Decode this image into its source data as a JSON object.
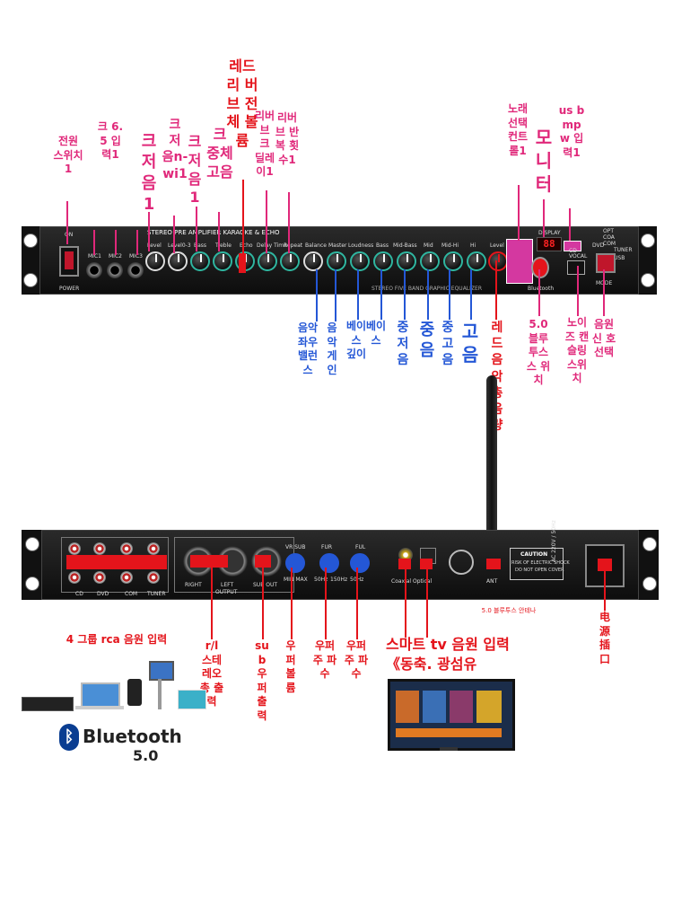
{
  "labels": {
    "power_switch": "전원 스위치1",
    "mic_input": "크 6.5 입력1",
    "mic_volume": "크 저 음 1",
    "mic_low": "크 저 음n-wi1",
    "mic_bass": "크 저 음1",
    "mic_treble": "크 중체 고음",
    "reverb_volume": "레드 리 버브 전체 볼륨",
    "reverb_delay": "리버 브 크 딜레 이1",
    "reverb_repeat": "리버 브 반복 횟 수1",
    "song_control": "노래 선택 컨트 롤1",
    "monitor": "모 니 터",
    "usb_input": "us b mp w 입력1",
    "balance": "음악 좌우 밸런스",
    "master_gain": "음 악 게 인",
    "bass_depth": "베이 스 깊이",
    "bass": "베이 스",
    "mid_bass": "중 저 음",
    "mid": "중음",
    "mid_high": "중 고 음",
    "high": "고음",
    "red_music_volume": "레드 음악 총 음량",
    "bluetooth_switch": "5.0 블루 투스 스 위치",
    "noise_switch": "노이 즈 캔 슬링 스위 치",
    "source_select": "음원 신 호 선택",
    "rca_input": "4 그룹 rca 음원 입력",
    "stereo_output": "r/l 스테 레오 총 출력",
    "sub_output": "su b 우 퍼 출 력",
    "sub_volume": "우 퍼 볼 륨",
    "sub_freq1": "우퍼 주 파수",
    "sub_freq2": "우퍼 주 파수",
    "smart_tv": "스마트 tv 음원 입력",
    "coax_optical": "《동축. 광섬유",
    "bt_antenna": "5.0 블루투스 안테나",
    "power_socket": "电源插口"
  },
  "front_panel": {
    "title": "STEREO PRE AMPLIFIER KARAOKE & ECHO",
    "eq_title": "STEREO FIVE BAND GRAPHIC EQUALIZER",
    "power_label": "POWER",
    "onoff": "ON",
    "mic1": "MIC1",
    "mic2": "MIC2",
    "mic3": "MIC3",
    "knob_labels": [
      "Level",
      "Level0-3",
      "Bass",
      "Treble",
      "Echo",
      "Delay Time",
      "Repeat",
      "Balance",
      "Master",
      "Loudness",
      "Bass",
      "Mid-Bass",
      "Mid",
      "Mid-Hi",
      "Hi",
      "Level"
    ],
    "display_label": "DISPLAY",
    "display_value": "88",
    "vocal": "VOCAL",
    "mode": "MODE",
    "bluetooth": "Bluetooth",
    "sources": [
      "OPT",
      "COA",
      "COM",
      "TUNER",
      "DVD",
      "CD",
      "USB"
    ]
  },
  "rear_panel": {
    "rca_labels": [
      "CD",
      "DVD",
      "COM",
      "TUNER"
    ],
    "right": "RIGHT",
    "left": "LEFT",
    "output": "OUTPUT",
    "sub_out": "SUB OUT",
    "vr_sub": "VR SUB",
    "min_max": "MIN  MAX",
    "fur": "FUR",
    "ful": "FUL",
    "freq_50": "50Hz",
    "freq_150": "150Hz",
    "coaxial": "Coaxial Optical",
    "optical": "Optical",
    "ant": "ANT",
    "caution": "CAUTION",
    "caution_text1": "RISK OF ELECTRIC SHOCK",
    "caution_text2": "DO NOT OPEN COVER",
    "ac": "AC 220V / 50Hz"
  },
  "bluetooth_logo": {
    "word": "Bluetooth",
    "version": "5.0"
  }
}
